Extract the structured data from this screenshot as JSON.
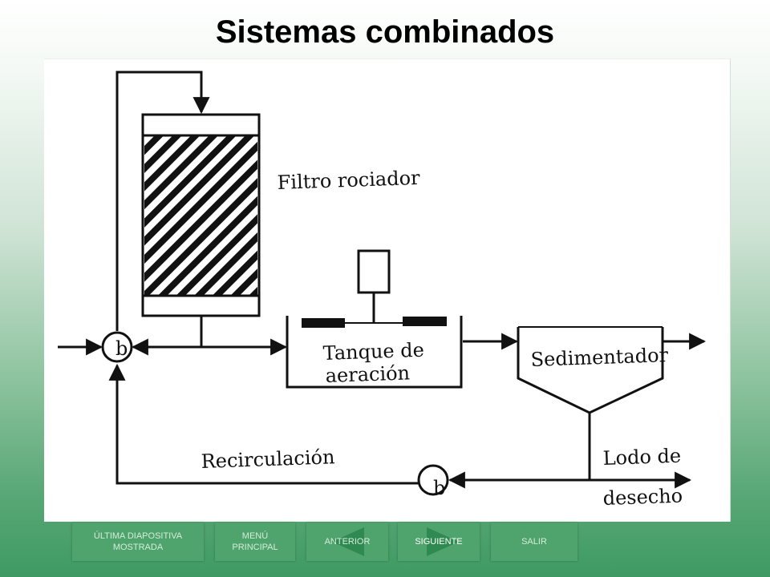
{
  "slide": {
    "title": "Sistemas combinados"
  },
  "diagram": {
    "filter_label": "Filtro rociador",
    "tank_label_line1": "Tanque de",
    "tank_label_line2": "aeración",
    "sedimentation_label": "Sedimentador",
    "pump_label_1": "b",
    "pump_label_2": "b",
    "recirculation_label": "Recirculación",
    "sludge_label_line1": "Lodo de",
    "sludge_label_line2": "desecho"
  },
  "nav": {
    "last_slide": "ÚLTIMA DIAPOSITIVA MOSTRADA",
    "main_menu": "MENÚ PRINCIPAL",
    "previous": "ANTERIOR",
    "next": "SIGUIENTE",
    "exit": "SALIR"
  },
  "colors": {
    "nav_bg": "#4ea46c",
    "active_text": "#ffffff",
    "inactive_text": "#d6ecd9",
    "arrow": "#2f8a52"
  },
  "icons": [
    "left-arrow-icon",
    "right-arrow-icon"
  ]
}
